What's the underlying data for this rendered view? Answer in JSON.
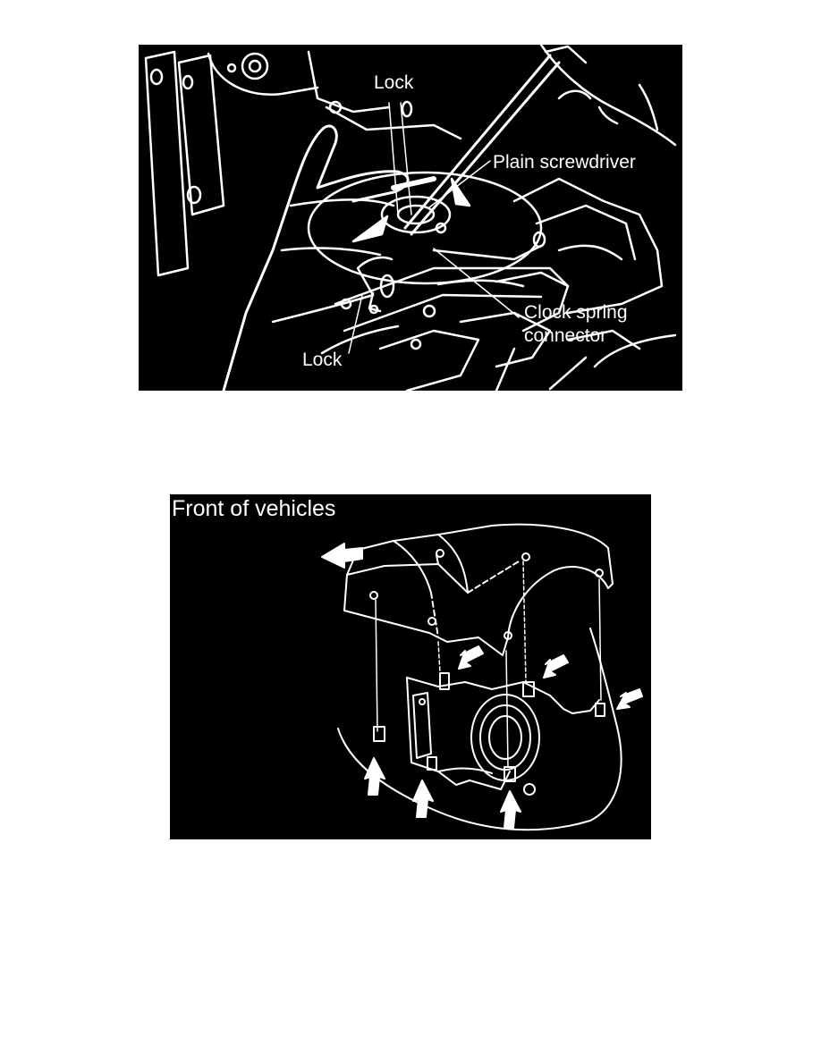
{
  "figure_top": {
    "labels": {
      "lock_upper": "Lock",
      "plain_screwdriver": "Plain screwdriver",
      "clock_spring_line1": "Clock spring",
      "clock_spring_line2": "connector",
      "lock_lower": "Lock"
    }
  },
  "figure_bottom": {
    "labels": {
      "front_of_vehicles": "Front of vehicles"
    }
  },
  "colors": {
    "background": "#000000",
    "line": "#ffffff"
  }
}
